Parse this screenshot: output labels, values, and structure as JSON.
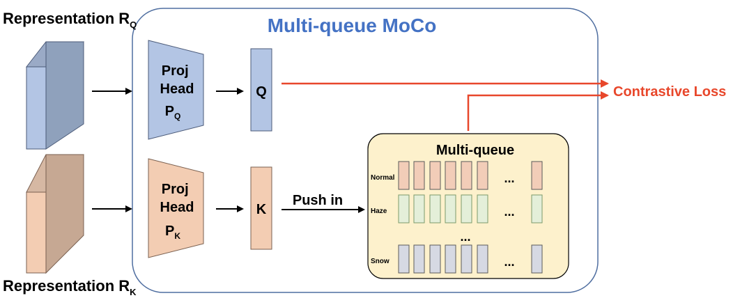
{
  "title": "Multi-queue MoCo",
  "rep_q": {
    "main": "Representation R",
    "sub": "Q"
  },
  "rep_k": {
    "main": "Representation R",
    "sub": "K"
  },
  "proj_q": {
    "line1": "Proj",
    "line2": "Head",
    "line3": "P",
    "sub": "Q"
  },
  "proj_k": {
    "line1": "Proj",
    "line2": "Head",
    "line3": "P",
    "sub": "K"
  },
  "q_label": "Q",
  "k_label": "K",
  "push_in": "Push in",
  "loss": "Contrastive Loss",
  "multiqueue": {
    "title": "Multi-queue",
    "rows": [
      {
        "label": "Normal",
        "fill": "#F2CDB8",
        "stroke": "#5A5A5A"
      },
      {
        "label": "Haze",
        "fill": "#E4EFD9",
        "stroke": "#7C9A6A"
      },
      {
        "label": "Snow",
        "fill": "#D6D9E3",
        "stroke": "#5A5A5A"
      }
    ],
    "row_ellipsis": "...",
    "col_ellipsis": "..."
  },
  "colors": {
    "blue_face": "#B3C5E4",
    "blue_side": "#8FA1BC",
    "peach_face": "#F3CDB3",
    "peach_side": "#C6A893",
    "title_blue": "#4472C4",
    "loss_red": "#E8472B",
    "panel": "#FDF1CC"
  }
}
